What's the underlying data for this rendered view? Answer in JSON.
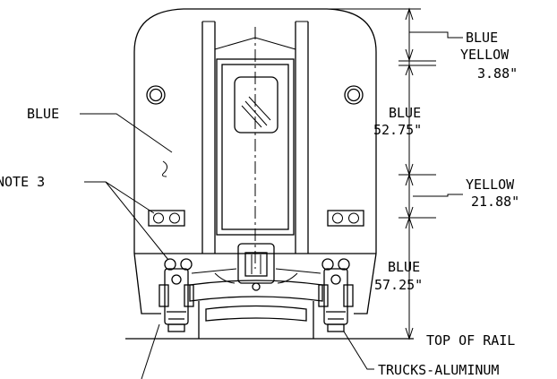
{
  "labels": {
    "blue_left": "BLUE",
    "note_3": "NOTE 3",
    "top_blue": "BLUE",
    "top_yellow": "YELLOW",
    "top_dim": "3.88\"",
    "mid_blue": "BLUE",
    "mid_dim": "52.75\"",
    "yellow": "YELLOW",
    "yellow_dim": "21.88\"",
    "low_blue": "BLUE",
    "low_dim": "57.25\"",
    "top_of_rail": "TOP OF RAIL",
    "trucks": "TRUCKS-ALUMINUM"
  }
}
